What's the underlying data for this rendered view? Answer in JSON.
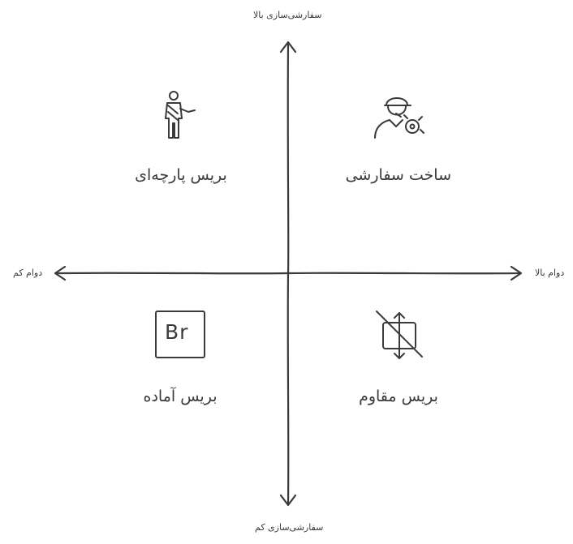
{
  "axes": {
    "top": "سفارشی‌سازی بالا",
    "bottom": "سفارشی‌سازی کم",
    "left": "دوام کم",
    "right": "دوام بالا"
  },
  "quadrants": {
    "top_left": {
      "label": "بریس پارچه‌ای",
      "icon": "person-with-cast-icon"
    },
    "top_right": {
      "label": "ساخت سفارشی",
      "icon": "craftsman-with-tool-icon"
    },
    "bottom_left": {
      "label": "بریس آماده",
      "icon": "br-box-icon",
      "icon_text": "Br"
    },
    "bottom_right": {
      "label": "بریس مقاوم",
      "icon": "no-resize-icon"
    }
  },
  "colors": {
    "ink": "#3a3a3a",
    "background": "#ffffff"
  }
}
